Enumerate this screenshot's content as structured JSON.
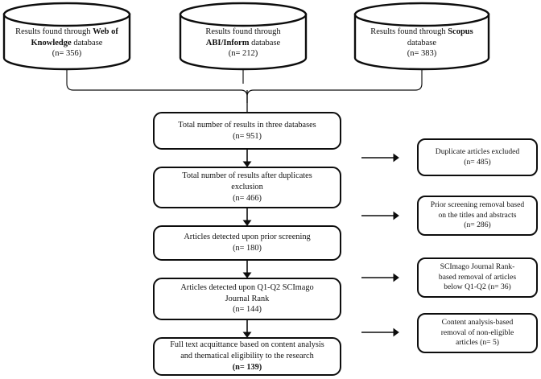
{
  "diagram": {
    "title": "PRISMA literature selection flow diagram",
    "stroke_color": "#0d0d0d",
    "background": "#ffffff"
  },
  "sources": [
    {
      "id": "web-of-knowledge",
      "line1_pre": "Results found through ",
      "line1_bold": "Web of",
      "line2_bold": "Knowledge",
      "line2_post": " database",
      "count_label": "(n= 356)",
      "n": 356
    },
    {
      "id": "abi-inform",
      "line1_pre": "Results found through",
      "line1_bold": "",
      "line2_bold": "ABI/Inform",
      "line2_post": " database",
      "count_label": "(n= 212)",
      "n": 212
    },
    {
      "id": "scopus",
      "line1_pre": "Results found through ",
      "line1_bold": "Scopus",
      "line2_bold": "",
      "line2_post": "database",
      "count_label": "(n= 383)",
      "n": 383
    }
  ],
  "flow": [
    {
      "id": "total-results",
      "line1": "Total number of results in three databases",
      "line2": "",
      "count_label": "(n= 951)",
      "n": 951,
      "bold_count": false
    },
    {
      "id": "after-duplicates",
      "line1": "Total number of results after duplicates",
      "line2": "exclusion",
      "count_label": "(n= 466)",
      "n": 466,
      "bold_count": false
    },
    {
      "id": "prior-screening",
      "line1": "Articles detected upon prior screening",
      "line2": "",
      "count_label": "(n= 180)",
      "n": 180,
      "bold_count": false
    },
    {
      "id": "scimago-rank",
      "line1": "Articles detected upon Q1-Q2 SCImago",
      "line2": "Journal Rank",
      "count_label": "(n= 144)",
      "n": 144,
      "bold_count": false
    },
    {
      "id": "full-text-acceptance",
      "line1": "Full text acquittance based on content analysis",
      "line2": "and thematical eligibility to the research",
      "count_label": "(n= 139)",
      "n": 139,
      "bold_count": true
    }
  ],
  "exclusions": [
    {
      "id": "duplicates-excluded",
      "line1": "Duplicate articles excluded",
      "line2": "",
      "line3": "",
      "count_label": "(n= 485)",
      "n": 485
    },
    {
      "id": "prior-screening-removal",
      "line1": "Prior screening removal based",
      "line2": "on the titles and abstracts",
      "line3": "",
      "count_label": "(n= 286)",
      "n": 286
    },
    {
      "id": "scimago-removal",
      "line1": "SCImago Journal Rank-",
      "line2": "based  removal of articles",
      "line3": "below Q1-Q2 (n= 36)",
      "count_label": "",
      "n": 36
    },
    {
      "id": "content-analysis-removal",
      "line1": "Content analysis-based",
      "line2": "removal of non-eligible",
      "line3": "articles (n= 5)",
      "count_label": "",
      "n": 5
    }
  ]
}
